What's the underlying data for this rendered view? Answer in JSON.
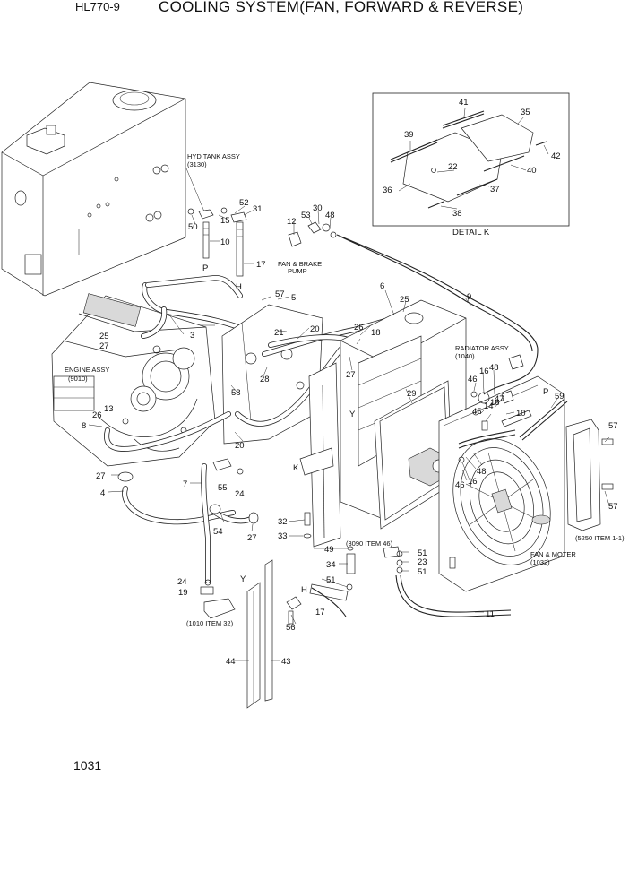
{
  "header": {
    "model": "HL770-9",
    "title": "COOLING SYSTEM(FAN, FORWARD & REVERSE)"
  },
  "page_number": "1031",
  "assembly_labels": {
    "hyd_tank_name": "HYD TANK ASSY",
    "hyd_tank_ref": "(3130)",
    "pump_line1": "FAN & BRAKE",
    "pump_line2": "PUMP",
    "engine_name": "ENGINE ASSY",
    "engine_ref": "(9010)",
    "radiator_name": "RADIATOR ASSY",
    "radiator_ref": "(1040)",
    "fan_motor_name": "FAN & MOTER",
    "fan_motor_ref": "(1032)",
    "item_3090": "(3090 ITEM 46)",
    "item_5250": "(5250 ITEM 1-1)",
    "item_1010": "(1010 ITEM 32)",
    "detail_k": "DETAIL K"
  },
  "connection_letters": {
    "p_left": "P",
    "h_left": "H",
    "p_right": "P",
    "h_bottom": "H",
    "y_radiator": "Y",
    "y_strip": "Y",
    "k_mark": "K"
  },
  "part_callouts": {
    "c1": "3",
    "c2": "4",
    "c3": "5",
    "c4": "6",
    "c5": "7",
    "c6": "8",
    "c7": "9",
    "c8": "10",
    "c9": "10",
    "c10": "11",
    "c11": "12",
    "c12": "13",
    "c13": "14",
    "c14": "15",
    "c15": "16",
    "c16": "16",
    "c17": "16",
    "c18": "17",
    "c19": "17",
    "c20": "18",
    "c21": "19",
    "c22": "20",
    "c23": "20",
    "c24": "21",
    "c25": "22",
    "c26": "23",
    "c27": "24",
    "c28": "24",
    "c29": "25",
    "c30": "25",
    "c31": "26",
    "c32": "26",
    "c33": "27",
    "c34": "27",
    "c35": "27",
    "c36": "27",
    "c37": "28",
    "c38": "29",
    "c39": "30",
    "c40": "31",
    "c41": "32",
    "c42": "33",
    "c43": "34",
    "c44": "35",
    "c45": "36",
    "c46": "37",
    "c47": "38",
    "c48": "39",
    "c49": "40",
    "c50": "41",
    "c51": "42",
    "c52": "43",
    "c53": "44",
    "c54": "45",
    "c55": "46",
    "c56": "46",
    "c57": "47",
    "c58": "48",
    "c59": "48",
    "c60": "48",
    "c61": "49",
    "c62": "50",
    "c63": "51",
    "c64": "51",
    "c65": "51",
    "c66": "52",
    "c67": "53",
    "c68": "54",
    "c69": "55",
    "c70": "56",
    "c71": "57",
    "c72": "57",
    "c73": "57",
    "c74": "58",
    "c75": "59"
  }
}
